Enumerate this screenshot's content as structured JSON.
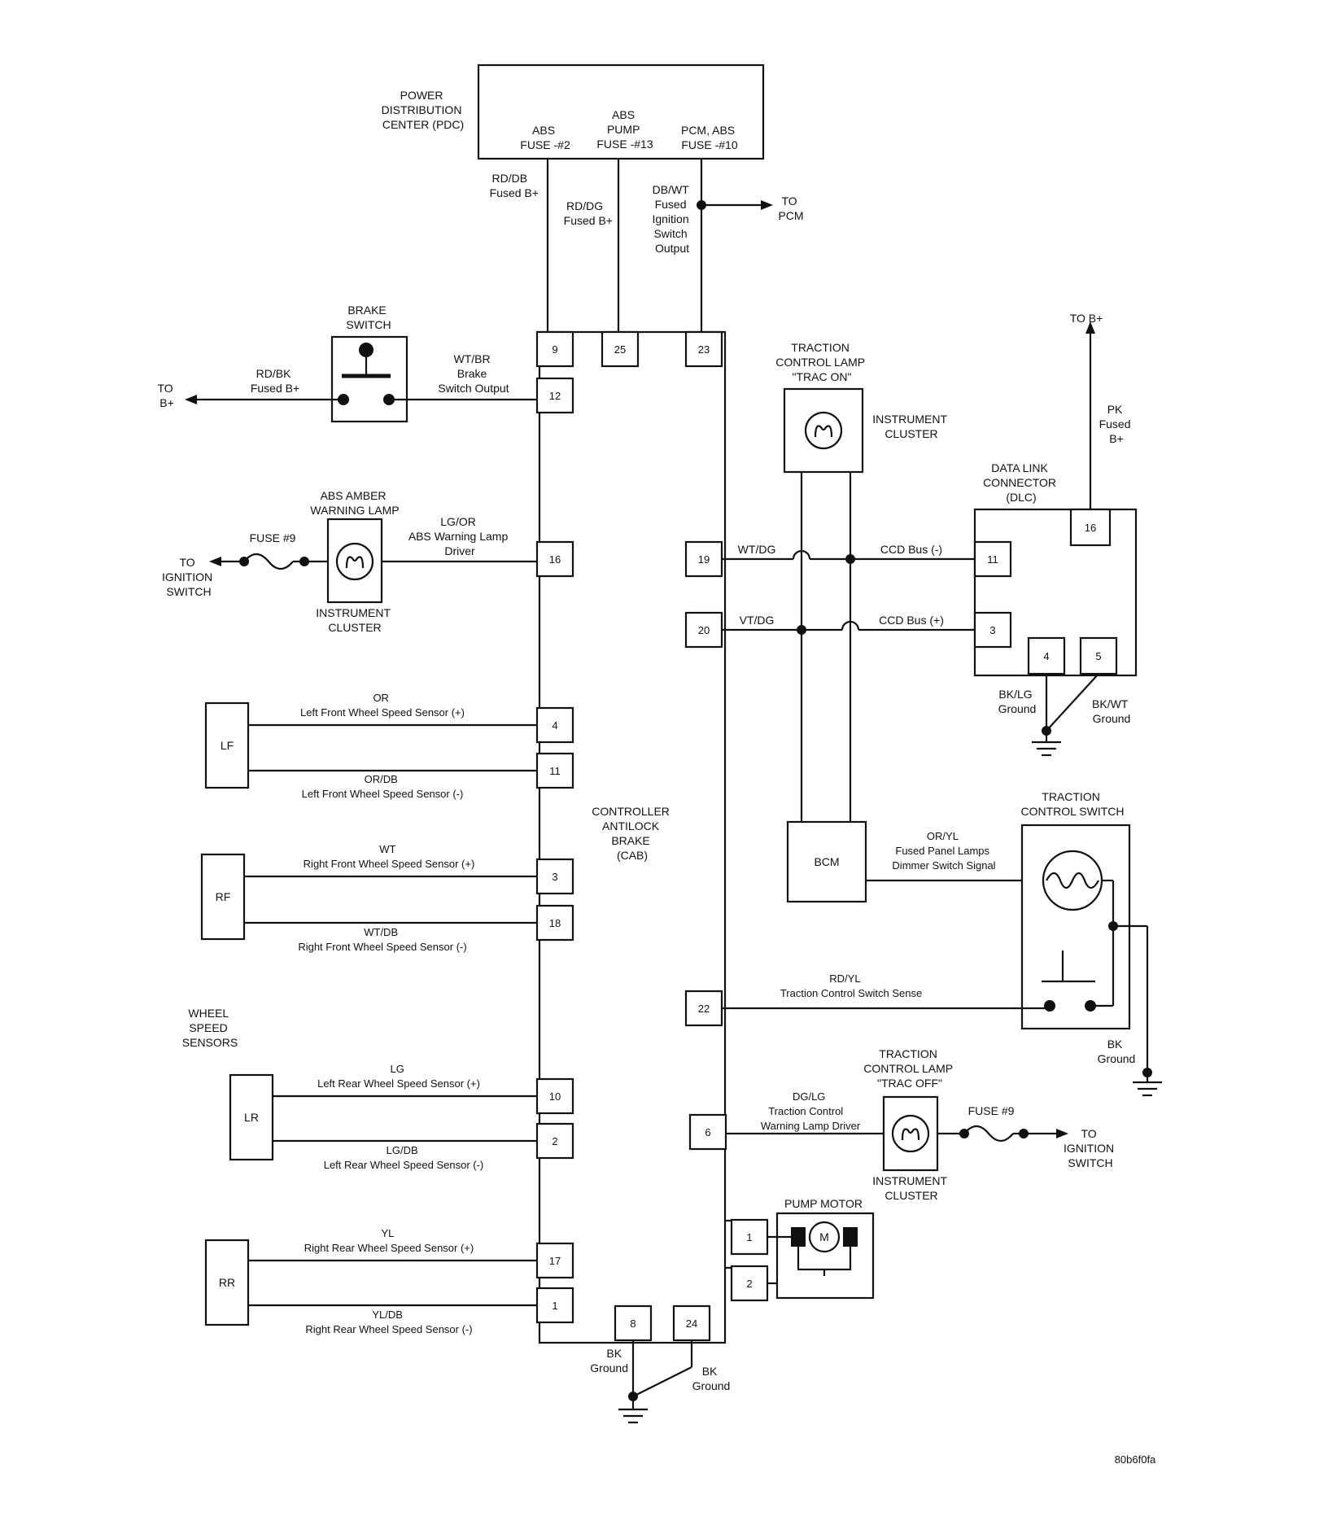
{
  "pdc": {
    "title": [
      "POWER",
      "DISTRIBUTION",
      "CENTER (PDC)"
    ],
    "fuse_abs": [
      "ABS",
      "FUSE -#2"
    ],
    "fuse_pump": [
      "ABS",
      "PUMP",
      "FUSE -#13"
    ],
    "fuse_pcm": [
      "PCM, ABS",
      "FUSE -#10"
    ]
  },
  "wires_top": {
    "rd_db": [
      "RD/DB",
      "Fused B+"
    ],
    "rd_dg": [
      "RD/DG",
      "Fused B+"
    ],
    "db_wt": [
      "DB/WT",
      "Fused",
      "Ignition",
      "Switch",
      "Output"
    ],
    "to_pcm": [
      "TO",
      "PCM"
    ]
  },
  "brake_switch": {
    "title": [
      "BRAKE",
      "SWITCH"
    ],
    "left_wire": [
      "RD/BK",
      "Fused B+"
    ],
    "to_b": [
      "TO",
      "B+"
    ],
    "right_wire": [
      "WT/BR",
      "Brake",
      "Switch Output"
    ]
  },
  "abs_lamp": {
    "title": [
      "ABS AMBER",
      "WARNING LAMP"
    ],
    "fuse": "FUSE #9",
    "to_ign": [
      "TO",
      "IGNITION",
      "SWITCH"
    ],
    "cluster": [
      "INSTRUMENT",
      "CLUSTER"
    ],
    "wire": [
      "LG/OR",
      "ABS Warning Lamp",
      "Driver"
    ]
  },
  "sensors": {
    "section_title": [
      "WHEEL",
      "SPEED",
      "SENSORS"
    ],
    "lf": {
      "label": "LF",
      "pos_wire": [
        "OR",
        "Left Front Wheel Speed Sensor (+)"
      ],
      "neg_wire": [
        "OR/DB",
        "Left Front Wheel Speed Sensor (-)"
      ]
    },
    "rf": {
      "label": "RF",
      "pos_wire": [
        "WT",
        "Right Front Wheel Speed Sensor (+)"
      ],
      "neg_wire": [
        "WT/DB",
        "Right Front Wheel Speed Sensor (-)"
      ]
    },
    "lr": {
      "label": "LR",
      "pos_wire": [
        "LG",
        "Left Rear Wheel Speed Sensor (+)"
      ],
      "neg_wire": [
        "LG/DB",
        "Left Rear Wheel Speed Sensor (-)"
      ]
    },
    "rr": {
      "label": "RR",
      "pos_wire": [
        "YL",
        "Right Rear Wheel Speed Sensor (+)"
      ],
      "neg_wire": [
        "YL/DB",
        "Right Rear Wheel Speed Sensor (-)"
      ]
    }
  },
  "cab": {
    "title": [
      "CONTROLLER",
      "ANTILOCK",
      "BRAKE",
      "(CAB)"
    ],
    "pins": {
      "p9": "9",
      "p25": "25",
      "p23": "23",
      "p12": "12",
      "p16": "16",
      "p4": "4",
      "p11": "11",
      "p3": "3",
      "p18": "18",
      "p10": "10",
      "p2": "2",
      "p17": "17",
      "p1": "1",
      "p8": "8",
      "p24": "24",
      "p19": "19",
      "p20": "20",
      "p22": "22",
      "p6": "6"
    },
    "ground_left": [
      "BK",
      "Ground"
    ],
    "ground_right": [
      "BK",
      "Ground"
    ]
  },
  "trac_on": {
    "title": [
      "TRACTION",
      "CONTROL LAMP",
      "\"TRAC ON\""
    ],
    "cluster": [
      "INSTRUMENT",
      "CLUSTER"
    ]
  },
  "bus": {
    "wt_dg": "WT/DG",
    "vt_dg": "VT/DG",
    "ccd_neg": "CCD Bus (-)",
    "ccd_pos": "CCD Bus (+)"
  },
  "dlc": {
    "title": [
      "DATA LINK",
      "CONNECTOR",
      "(DLC)"
    ],
    "to_b": "TO B+",
    "pk": [
      "PK",
      "Fused",
      "B+"
    ],
    "pins": {
      "p16": "16",
      "p11": "11",
      "p3": "3",
      "p4": "4",
      "p5": "5"
    },
    "bk_lg": [
      "BK/LG",
      "Ground"
    ],
    "bk_wt": [
      "BK/WT",
      "Ground"
    ]
  },
  "bcm": {
    "label": "BCM",
    "wire": [
      "OR/YL",
      "Fused Panel Lamps",
      "Dimmer Switch Signal"
    ]
  },
  "tcs": {
    "title": [
      "TRACTION",
      "CONTROL SWITCH"
    ],
    "sense_wire": [
      "RD/YL",
      "Traction Control Switch Sense"
    ],
    "ground": [
      "BK",
      "Ground"
    ]
  },
  "trac_off": {
    "title": [
      "TRACTION",
      "CONTROL LAMP",
      "\"TRAC OFF\""
    ],
    "wire": [
      "DG/LG",
      "Traction Control",
      "Warning Lamp Driver"
    ],
    "fuse": "FUSE #9",
    "to_ign": [
      "TO",
      "IGNITION",
      "SWITCH"
    ],
    "cluster": [
      "INSTRUMENT",
      "CLUSTER"
    ]
  },
  "pump": {
    "title": "PUMP MOTOR",
    "motor": "M",
    "pin1": "1",
    "pin2": "2"
  },
  "figure_id": "80b6f0fa"
}
